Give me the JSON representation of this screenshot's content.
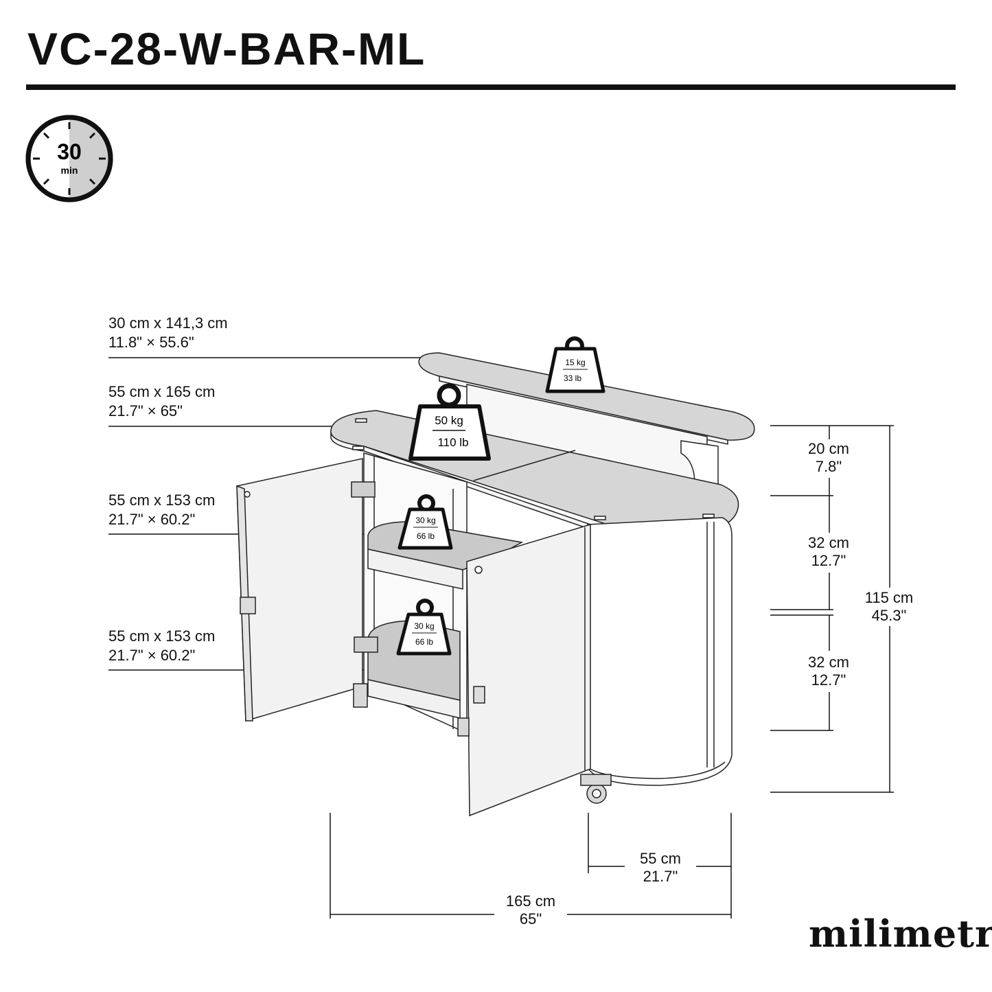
{
  "title": "VC-28-W-BAR-ML",
  "timer": {
    "value": "30",
    "unit": "min",
    "icon": "timer-icon"
  },
  "brand": "milimetry",
  "callouts": [
    {
      "line1": "30 cm x 141,3 cm",
      "line2": "11.8\" × 55.6\""
    },
    {
      "line1": "55 cm x 165 cm",
      "line2": "21.7\" × 65\""
    },
    {
      "line1": "55 cm x 153 cm",
      "line2": "21.7\" × 60.2\""
    },
    {
      "line1": "55 cm x 153 cm",
      "line2": "21.7\" × 60.2\""
    }
  ],
  "weights": [
    {
      "kg": "15 kg",
      "lb": "33 lb"
    },
    {
      "kg": "50 kg",
      "lb": "110 lb"
    },
    {
      "kg": "30 kg",
      "lb": "66 lb"
    },
    {
      "kg": "30 kg",
      "lb": "66 lb"
    }
  ],
  "dimensions": {
    "top_section": {
      "cm": "20 cm",
      "in": "7.8\""
    },
    "upper_section": {
      "cm": "32 cm",
      "in": "12.7\""
    },
    "lower_section": {
      "cm": "32 cm",
      "in": "12.7\""
    },
    "total_height": {
      "cm": "115 cm",
      "in": "45.3\""
    },
    "depth": {
      "cm": "55 cm",
      "in": "21.7\""
    },
    "width": {
      "cm": "165 cm",
      "in": "65\""
    }
  }
}
